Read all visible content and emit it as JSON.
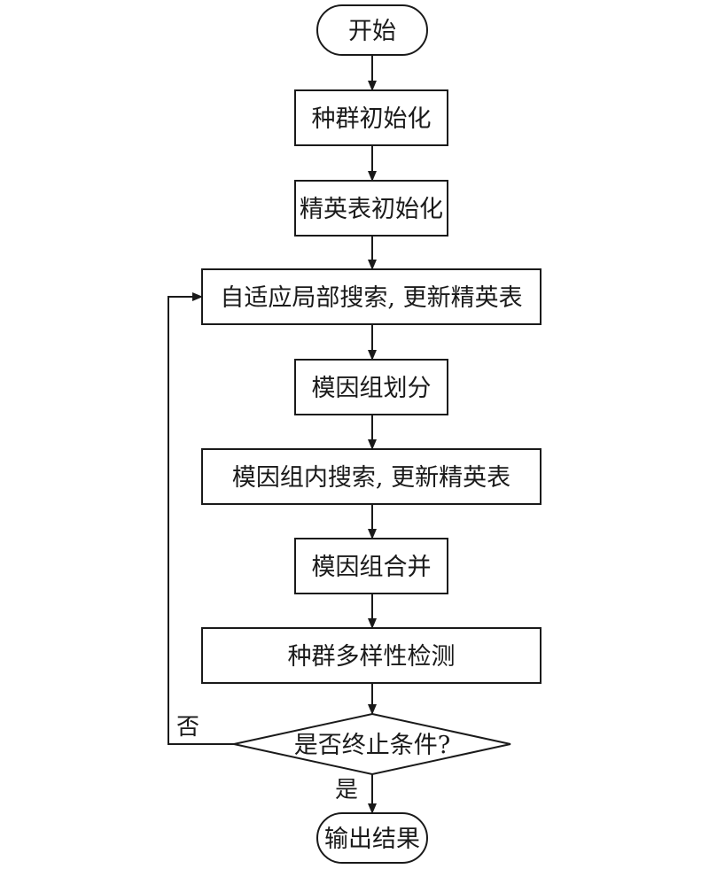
{
  "nodes": {
    "start": "开始",
    "init_population": "种群初始化",
    "init_elite": "精英表初始化",
    "adaptive_search": "自适应局部搜索, 更新精英表",
    "meme_partition": "模因组划分",
    "meme_search": "模因组内搜索, 更新精英表",
    "meme_merge": "模因组合并",
    "diversity_check": "种群多样性检测",
    "decision": "是否终止条件?",
    "output": "输出结果"
  },
  "edges": {
    "no": "否",
    "yes": "是"
  }
}
